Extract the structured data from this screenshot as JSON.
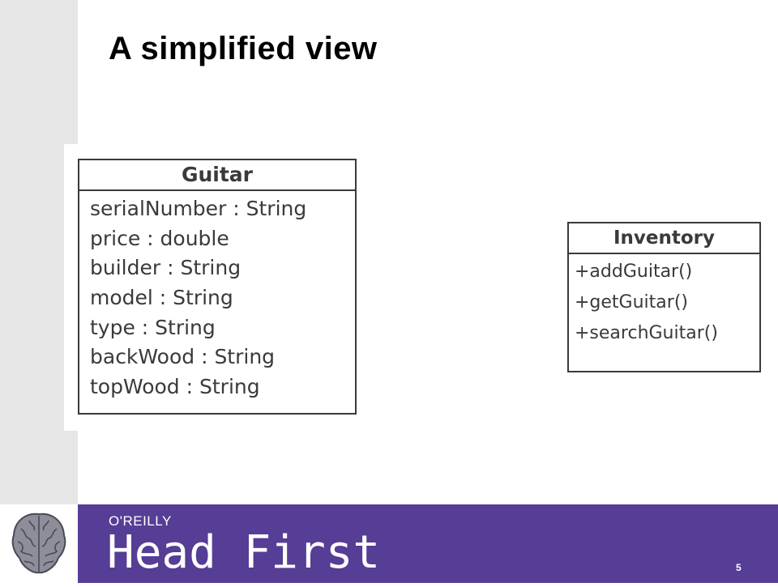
{
  "slide": {
    "title": "A simplified view",
    "page_number": "5"
  },
  "diagram": {
    "guitar": {
      "name": "Guitar",
      "attributes": [
        "serialNumber : String",
        "price : double",
        "builder : String",
        "model : String",
        "type : String",
        "backWood : String",
        "topWood : String"
      ]
    },
    "inventory": {
      "name": "Inventory",
      "operations": [
        "+addGuitar()",
        "+getGuitar()",
        "+searchGuitar()"
      ]
    }
  },
  "footer": {
    "brand_small": "O'REILLY",
    "brand_large": "Head First",
    "logo_icon": "brain-icon",
    "background_color": "#563d95"
  }
}
